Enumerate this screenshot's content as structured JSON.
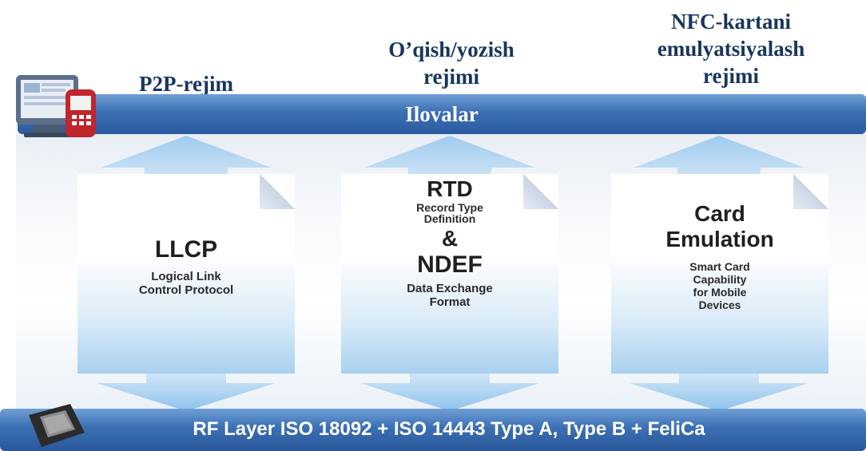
{
  "modes": {
    "p2p": [
      "P2P-rejim"
    ],
    "rw": [
      "O’qish/yozish",
      "rejimi"
    ],
    "nfc": [
      "NFC-kartani",
      "emulyatsiyalash",
      "rejimi"
    ]
  },
  "apps_label": "Ilovalar",
  "cards": {
    "llcp": {
      "title": "LLCP",
      "sub": [
        "Logical Link",
        "Control Protocol"
      ]
    },
    "rtd": {
      "title": "RTD",
      "sub": [
        "Record Type",
        "Definition"
      ],
      "amp": "&",
      "title2": "NDEF",
      "sub2": [
        "Data Exchange",
        "Format"
      ]
    },
    "ce": {
      "title": [
        "Card",
        "Emulation"
      ],
      "sub": [
        "Smart Card",
        "Capability",
        "for Mobile",
        "Devices"
      ]
    }
  },
  "rf_label": "RF Layer ISO 18092 + ISO 14443 Type A, Type B + FeliCa",
  "colors": {
    "band": "#3b6fb4",
    "arrow": "#a9d0f0",
    "mode_text": "#17365d"
  }
}
